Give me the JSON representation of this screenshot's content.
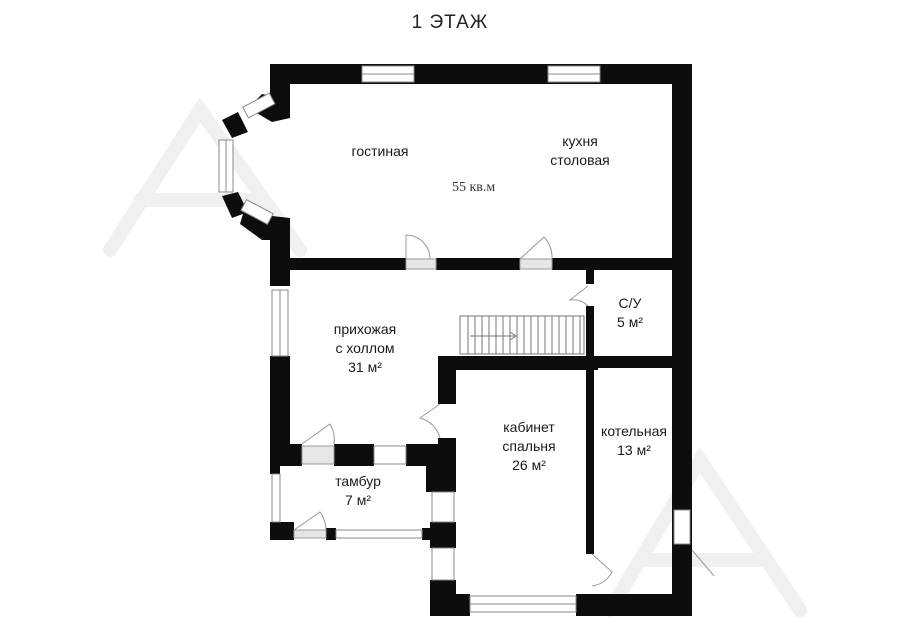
{
  "floor_title": "1 ЭТАЖ",
  "rooms": {
    "living": {
      "name": "гостиная"
    },
    "kitchen": {
      "name_line1": "кухня",
      "name_line2": "столовая"
    },
    "common_area": "55 кв.м",
    "hall": {
      "name_line1": "прихожая",
      "name_line2": "с холлом",
      "area": "31 м²"
    },
    "wc": {
      "name": "С/У",
      "area": "5 м²"
    },
    "study": {
      "name_line1": "кабинет",
      "name_line2": "спальня",
      "area": "26 м²"
    },
    "boiler": {
      "name": "котельная",
      "area": "13 м²"
    },
    "vestibule": {
      "name": "тамбур",
      "area": "7 м²"
    }
  },
  "colors": {
    "wall": "#0d0d0d",
    "window": "#c8c8c8",
    "background": "#ffffff",
    "door": "#999999"
  }
}
